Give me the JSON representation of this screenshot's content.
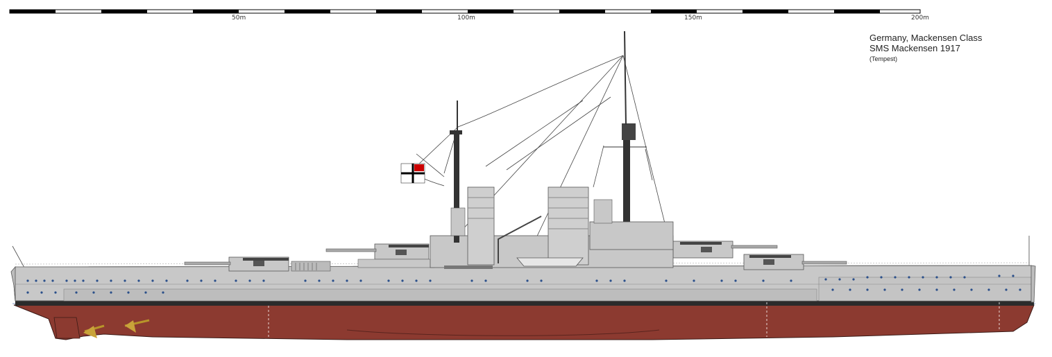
{
  "scale_bar": {
    "labels": [
      "50m",
      "100m",
      "150m",
      "200m"
    ]
  },
  "caption": {
    "line1": "Germany, Mackensen Class",
    "line2": "SMS Mackensen 1917",
    "line3": "(Tempest)"
  },
  "colors": {
    "hull_red": "#8c3a30",
    "hull_grey": "#c8c8c8",
    "waterline": "#2b2b2b",
    "funnel": "#cfcfcf",
    "mast_dark": "#333333",
    "porthole": "#2a4f8a"
  }
}
